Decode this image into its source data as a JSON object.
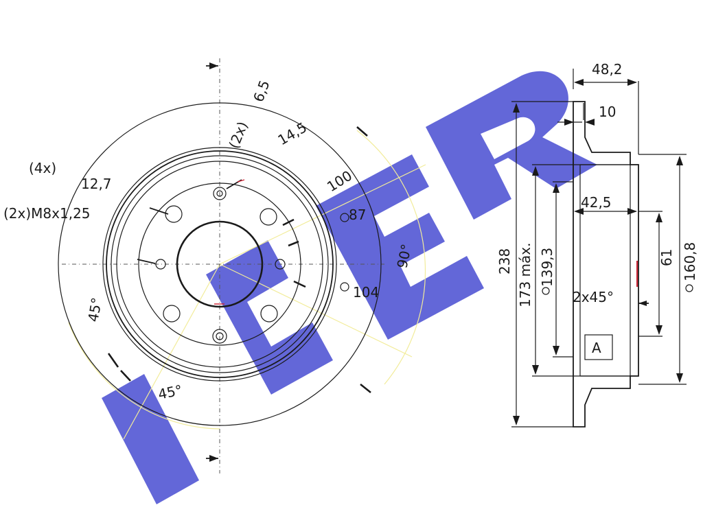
{
  "watermark": {
    "text": "ICER",
    "color": "#5b5fd6"
  },
  "front_view": {
    "labels": {
      "holes_4x": "(4x)",
      "hole_diameter": "12,7",
      "threaded_holes": "(2x)M8x1,25",
      "angle_45_left": "45°",
      "angle_45_bottom": "45°",
      "angle_90": "90°",
      "dim_6_5": "6,5",
      "holes_2x": "(2x)",
      "dim_14_5": "14,5",
      "dim_100": "100",
      "dim_87": "87",
      "dim_104": "104"
    }
  },
  "side_view": {
    "labels": {
      "dim_48_2": "48,2",
      "dim_10": "10",
      "dim_42_5": "42,5",
      "dim_238": "238",
      "dim_173_max": "173 máx.",
      "dim_139_3": "139,3",
      "dim_61": "61",
      "dim_160_8": "160,8",
      "chamfer": "2x45°",
      "detail_a": "A"
    }
  },
  "colors": {
    "line": "#1a1a1a",
    "accent_red": "#cc2233",
    "construction": "#f2ec9a"
  }
}
